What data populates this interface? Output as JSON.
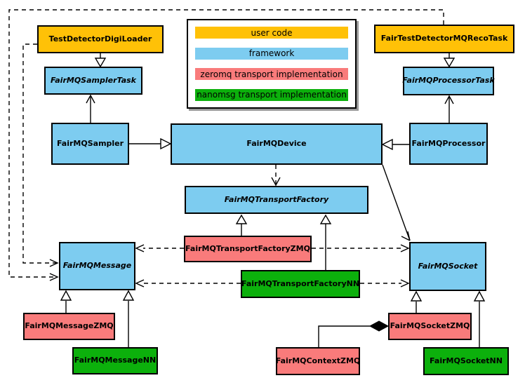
{
  "colors": {
    "user_code": "#FFC107",
    "framework": "#7DCCF0",
    "zeromq": "#F97B7B",
    "nanomsg": "#0CB00C",
    "line": "#000000",
    "legend_shadow": "#999999"
  },
  "legend": {
    "items": [
      {
        "label": "user code",
        "color": "user_code"
      },
      {
        "label": "framework",
        "color": "framework"
      },
      {
        "label": "zeromq transport implementation",
        "color": "zeromq"
      },
      {
        "label": "nanomsg transport implementation",
        "color": "nanomsg"
      }
    ]
  },
  "nodes": {
    "digi_loader": {
      "label": "TestDetectorDigiLoader"
    },
    "reco_task": {
      "label": "FairTestDetectorMQRecoTask"
    },
    "sampler_task": {
      "label": "FairMQSamplerTask"
    },
    "processor_task": {
      "label": "FairMQProcessorTask"
    },
    "sampler": {
      "label": "FairMQSampler"
    },
    "device": {
      "label": "FairMQDevice"
    },
    "processor": {
      "label": "FairMQProcessor"
    },
    "transport_factory": {
      "label": "FairMQTransportFactory"
    },
    "transport_factory_zmq": {
      "label": "FairMQTransportFactoryZMQ"
    },
    "transport_factory_nn": {
      "label": "FairMQTransportFactoryNN"
    },
    "message": {
      "label": "FairMQMessage"
    },
    "socket": {
      "label": "FairMQSocket"
    },
    "message_zmq": {
      "label": "FairMQMessageZMQ"
    },
    "message_nn": {
      "label": "FairMQMessageNN"
    },
    "context_zmq": {
      "label": "FairMQContextZMQ"
    },
    "socket_zmq": {
      "label": "FairMQSocketZMQ"
    },
    "socket_nn": {
      "label": "FairMQSocketNN"
    }
  }
}
